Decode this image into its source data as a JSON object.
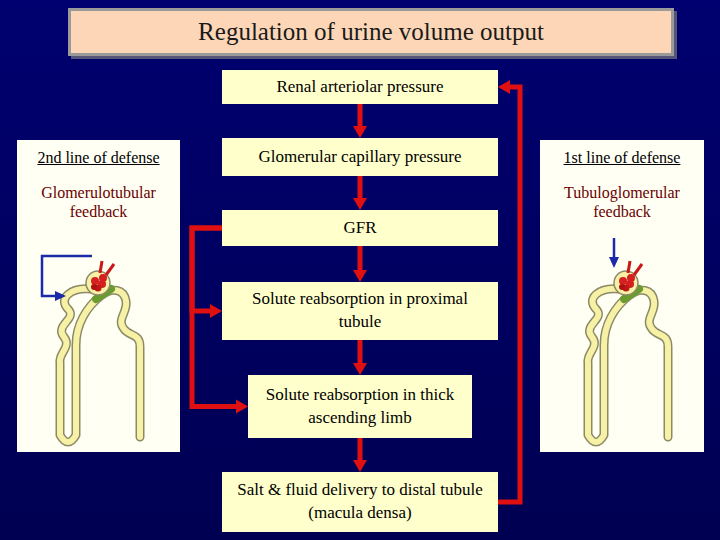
{
  "diagram": {
    "title": "Regulation of urine volume output",
    "nodes": [
      {
        "text": [
          "Renal arteriolar pressure"
        ]
      },
      {
        "text": [
          "2nd line of defense",
          "Glomerulotubular feedback"
        ]
      },
      {
        "text": [
          "Glomerular capillary pressure"
        ]
      },
      {
        "text": [
          "1st line of defense",
          "Tubuloglomerular feedback"
        ]
      },
      {
        "text": [
          "GFR"
        ]
      },
      {
        "text": [
          "Solute reabsorption in proximal tubule"
        ]
      },
      {
        "text": [
          "Solute reabsorption in thick ascending limb"
        ]
      },
      {
        "text": [
          "Salt & fluid delivery to distal tubule (macula densa)"
        ]
      }
    ],
    "edges": [
      {
        "from": 0,
        "to": 2,
        "arrow": "to"
      },
      {
        "from": 2,
        "to": 4,
        "arrow": "to"
      },
      {
        "from": 4,
        "to": 5,
        "arrow": "to"
      },
      {
        "from": 5,
        "to": 6,
        "arrow": "to"
      },
      {
        "from": 6,
        "to": 7,
        "arrow": "to"
      },
      {
        "from": 4,
        "to": 5,
        "arrow": "to"
      },
      {
        "from": 4,
        "to": 6,
        "arrow": "to"
      },
      {
        "from": 7,
        "to": 0,
        "arrow": "to"
      }
    ]
  }
}
